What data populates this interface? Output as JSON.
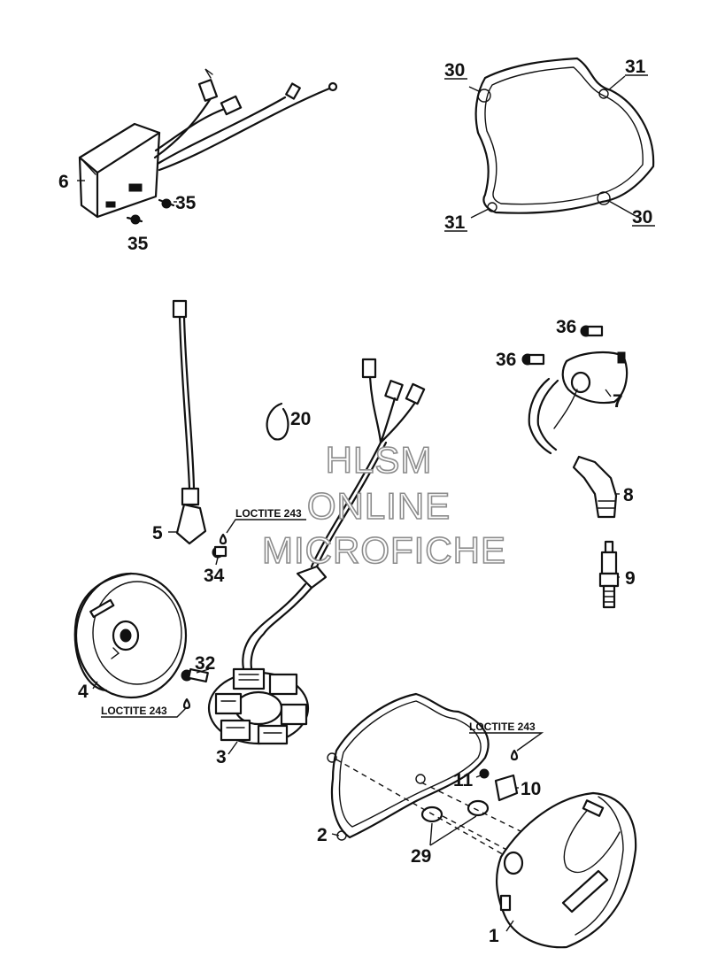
{
  "diagram": {
    "watermark": [
      "HLSM",
      "ONLINE",
      "MICROFICHE"
    ],
    "callouts": {
      "p1": "1",
      "p2": "2",
      "p3": "3",
      "p4": "4",
      "p5": "5",
      "p6": "6",
      "p7": "7",
      "p8": "8",
      "p9": "9",
      "p10": "10",
      "p11": "11",
      "p20": "20",
      "p29": "29",
      "p30a": "30",
      "p30b": "30",
      "p31a": "31",
      "p31b": "31",
      "p32": "32",
      "p34": "34",
      "p35a": "35",
      "p35b": "35",
      "p36a": "36",
      "p36b": "36"
    },
    "loctite": {
      "a": "LOCTITE 243",
      "b": "LOCTITE 243",
      "c": "LOCTITE 243"
    }
  }
}
